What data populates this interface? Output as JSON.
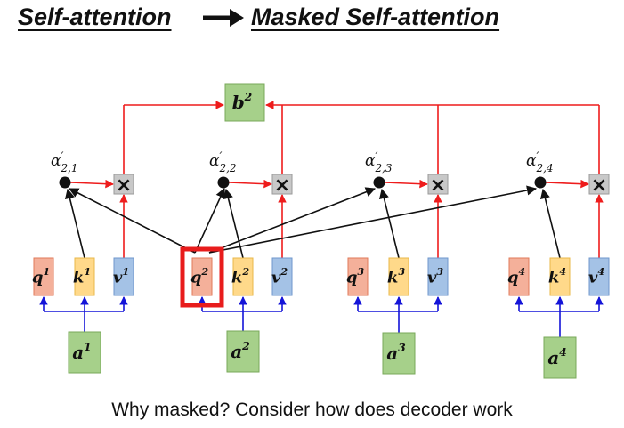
{
  "title": {
    "left": "Self-attention",
    "right": "Masked Self-attention",
    "arrow_icon": "right-arrow-icon"
  },
  "output": {
    "base": "b",
    "sup": "2"
  },
  "alphas": [
    {
      "base": "α",
      "prime": "′",
      "sub": "2,1"
    },
    {
      "base": "α",
      "prime": "′",
      "sub": "2,2"
    },
    {
      "base": "α",
      "prime": "′",
      "sub": "2,3"
    },
    {
      "base": "α",
      "prime": "′",
      "sub": "2,4"
    }
  ],
  "multiply_symbol": "×",
  "groups": [
    {
      "q": {
        "base": "q",
        "sup": "1"
      },
      "k": {
        "base": "k",
        "sup": "1"
      },
      "v": {
        "base": "v",
        "sup": "1"
      },
      "a": {
        "base": "a",
        "sup": "1"
      },
      "highlighted": false
    },
    {
      "q": {
        "base": "q",
        "sup": "2"
      },
      "k": {
        "base": "k",
        "sup": "2"
      },
      "v": {
        "base": "v",
        "sup": "2"
      },
      "a": {
        "base": "a",
        "sup": "2"
      },
      "highlighted": true
    },
    {
      "q": {
        "base": "q",
        "sup": "3"
      },
      "k": {
        "base": "k",
        "sup": "3"
      },
      "v": {
        "base": "v",
        "sup": "3"
      },
      "a": {
        "base": "a",
        "sup": "3"
      },
      "highlighted": false
    },
    {
      "q": {
        "base": "q",
        "sup": "4"
      },
      "k": {
        "base": "k",
        "sup": "4"
      },
      "v": {
        "base": "v",
        "sup": "4"
      },
      "a": {
        "base": "a",
        "sup": "4"
      },
      "highlighted": false
    }
  ],
  "caption": "Why masked?  Consider how does decoder work",
  "colors": {
    "q_fill": "#f4b09a",
    "q_stroke": "#e07a5a",
    "k_fill": "#ffd98a",
    "k_stroke": "#e8b84a",
    "v_fill": "#a4c2e6",
    "v_stroke": "#6f97cc",
    "a_fill": "#a6d08a",
    "a_stroke": "#78a85a",
    "b_fill": "#a6d08a",
    "b_stroke": "#78a85a",
    "mult_fill": "#c8c8c8",
    "mult_stroke": "#9a9a9a",
    "red_line": "#ee1c1c",
    "blue_line": "#1414d8",
    "black_line": "#111111",
    "highlight": "#e81c1c"
  }
}
